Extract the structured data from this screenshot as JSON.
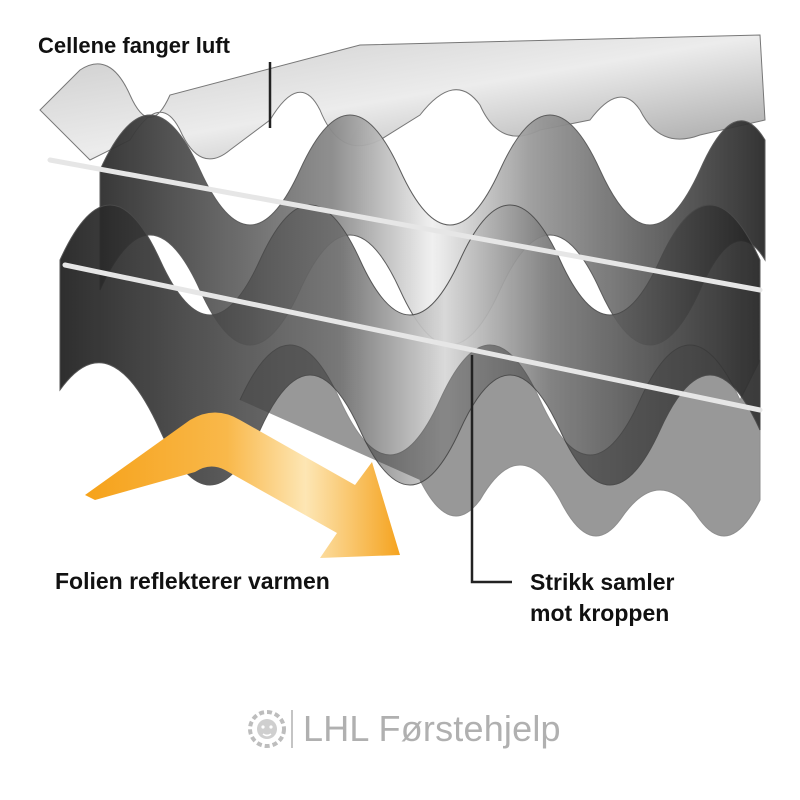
{
  "labels": {
    "cells": "Cellene fanger luft",
    "foil": "Folien reflekterer varmen",
    "strap_line1": "Strikk samler",
    "strap_line2": "mot kroppen"
  },
  "brand": {
    "name": "LHL Førstehjelp",
    "icon": "lion-head-icon",
    "color": "#b8b8b8"
  },
  "colors": {
    "arrow": "#f7a51e",
    "arrow_light": "#fde3a8",
    "foil_dark": "#3a3a3a",
    "foil_light": "#dcdcdc",
    "leader_line": "#222222"
  }
}
